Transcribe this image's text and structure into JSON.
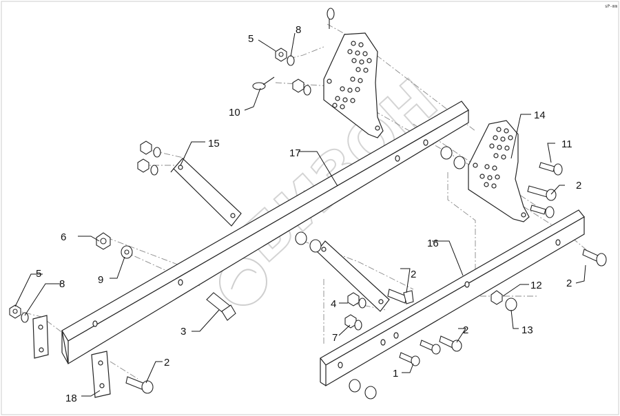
{
  "drawing": {
    "corner_code": "sP-mm",
    "watermark_text": "БИЗОН",
    "callouts": [
      {
        "id": "c5a",
        "text": "5"
      },
      {
        "id": "c8a",
        "text": "8"
      },
      {
        "id": "c10",
        "text": "10"
      },
      {
        "id": "c15",
        "text": "15"
      },
      {
        "id": "c17",
        "text": "17"
      },
      {
        "id": "c14",
        "text": "14"
      },
      {
        "id": "c11",
        "text": "11"
      },
      {
        "id": "c2a",
        "text": "2"
      },
      {
        "id": "c16",
        "text": "16"
      },
      {
        "id": "c2b",
        "text": "2"
      },
      {
        "id": "c6",
        "text": "6"
      },
      {
        "id": "c9",
        "text": "9"
      },
      {
        "id": "c5b",
        "text": "5"
      },
      {
        "id": "c8b",
        "text": "8"
      },
      {
        "id": "c3",
        "text": "3"
      },
      {
        "id": "c2c",
        "text": "2"
      },
      {
        "id": "c4",
        "text": "4"
      },
      {
        "id": "c7",
        "text": "7"
      },
      {
        "id": "c12",
        "text": "12"
      },
      {
        "id": "c13",
        "text": "13"
      },
      {
        "id": "c2d",
        "text": "2"
      },
      {
        "id": "c1",
        "text": "1"
      },
      {
        "id": "c2e",
        "text": "2"
      },
      {
        "id": "c18",
        "text": "18"
      }
    ]
  }
}
